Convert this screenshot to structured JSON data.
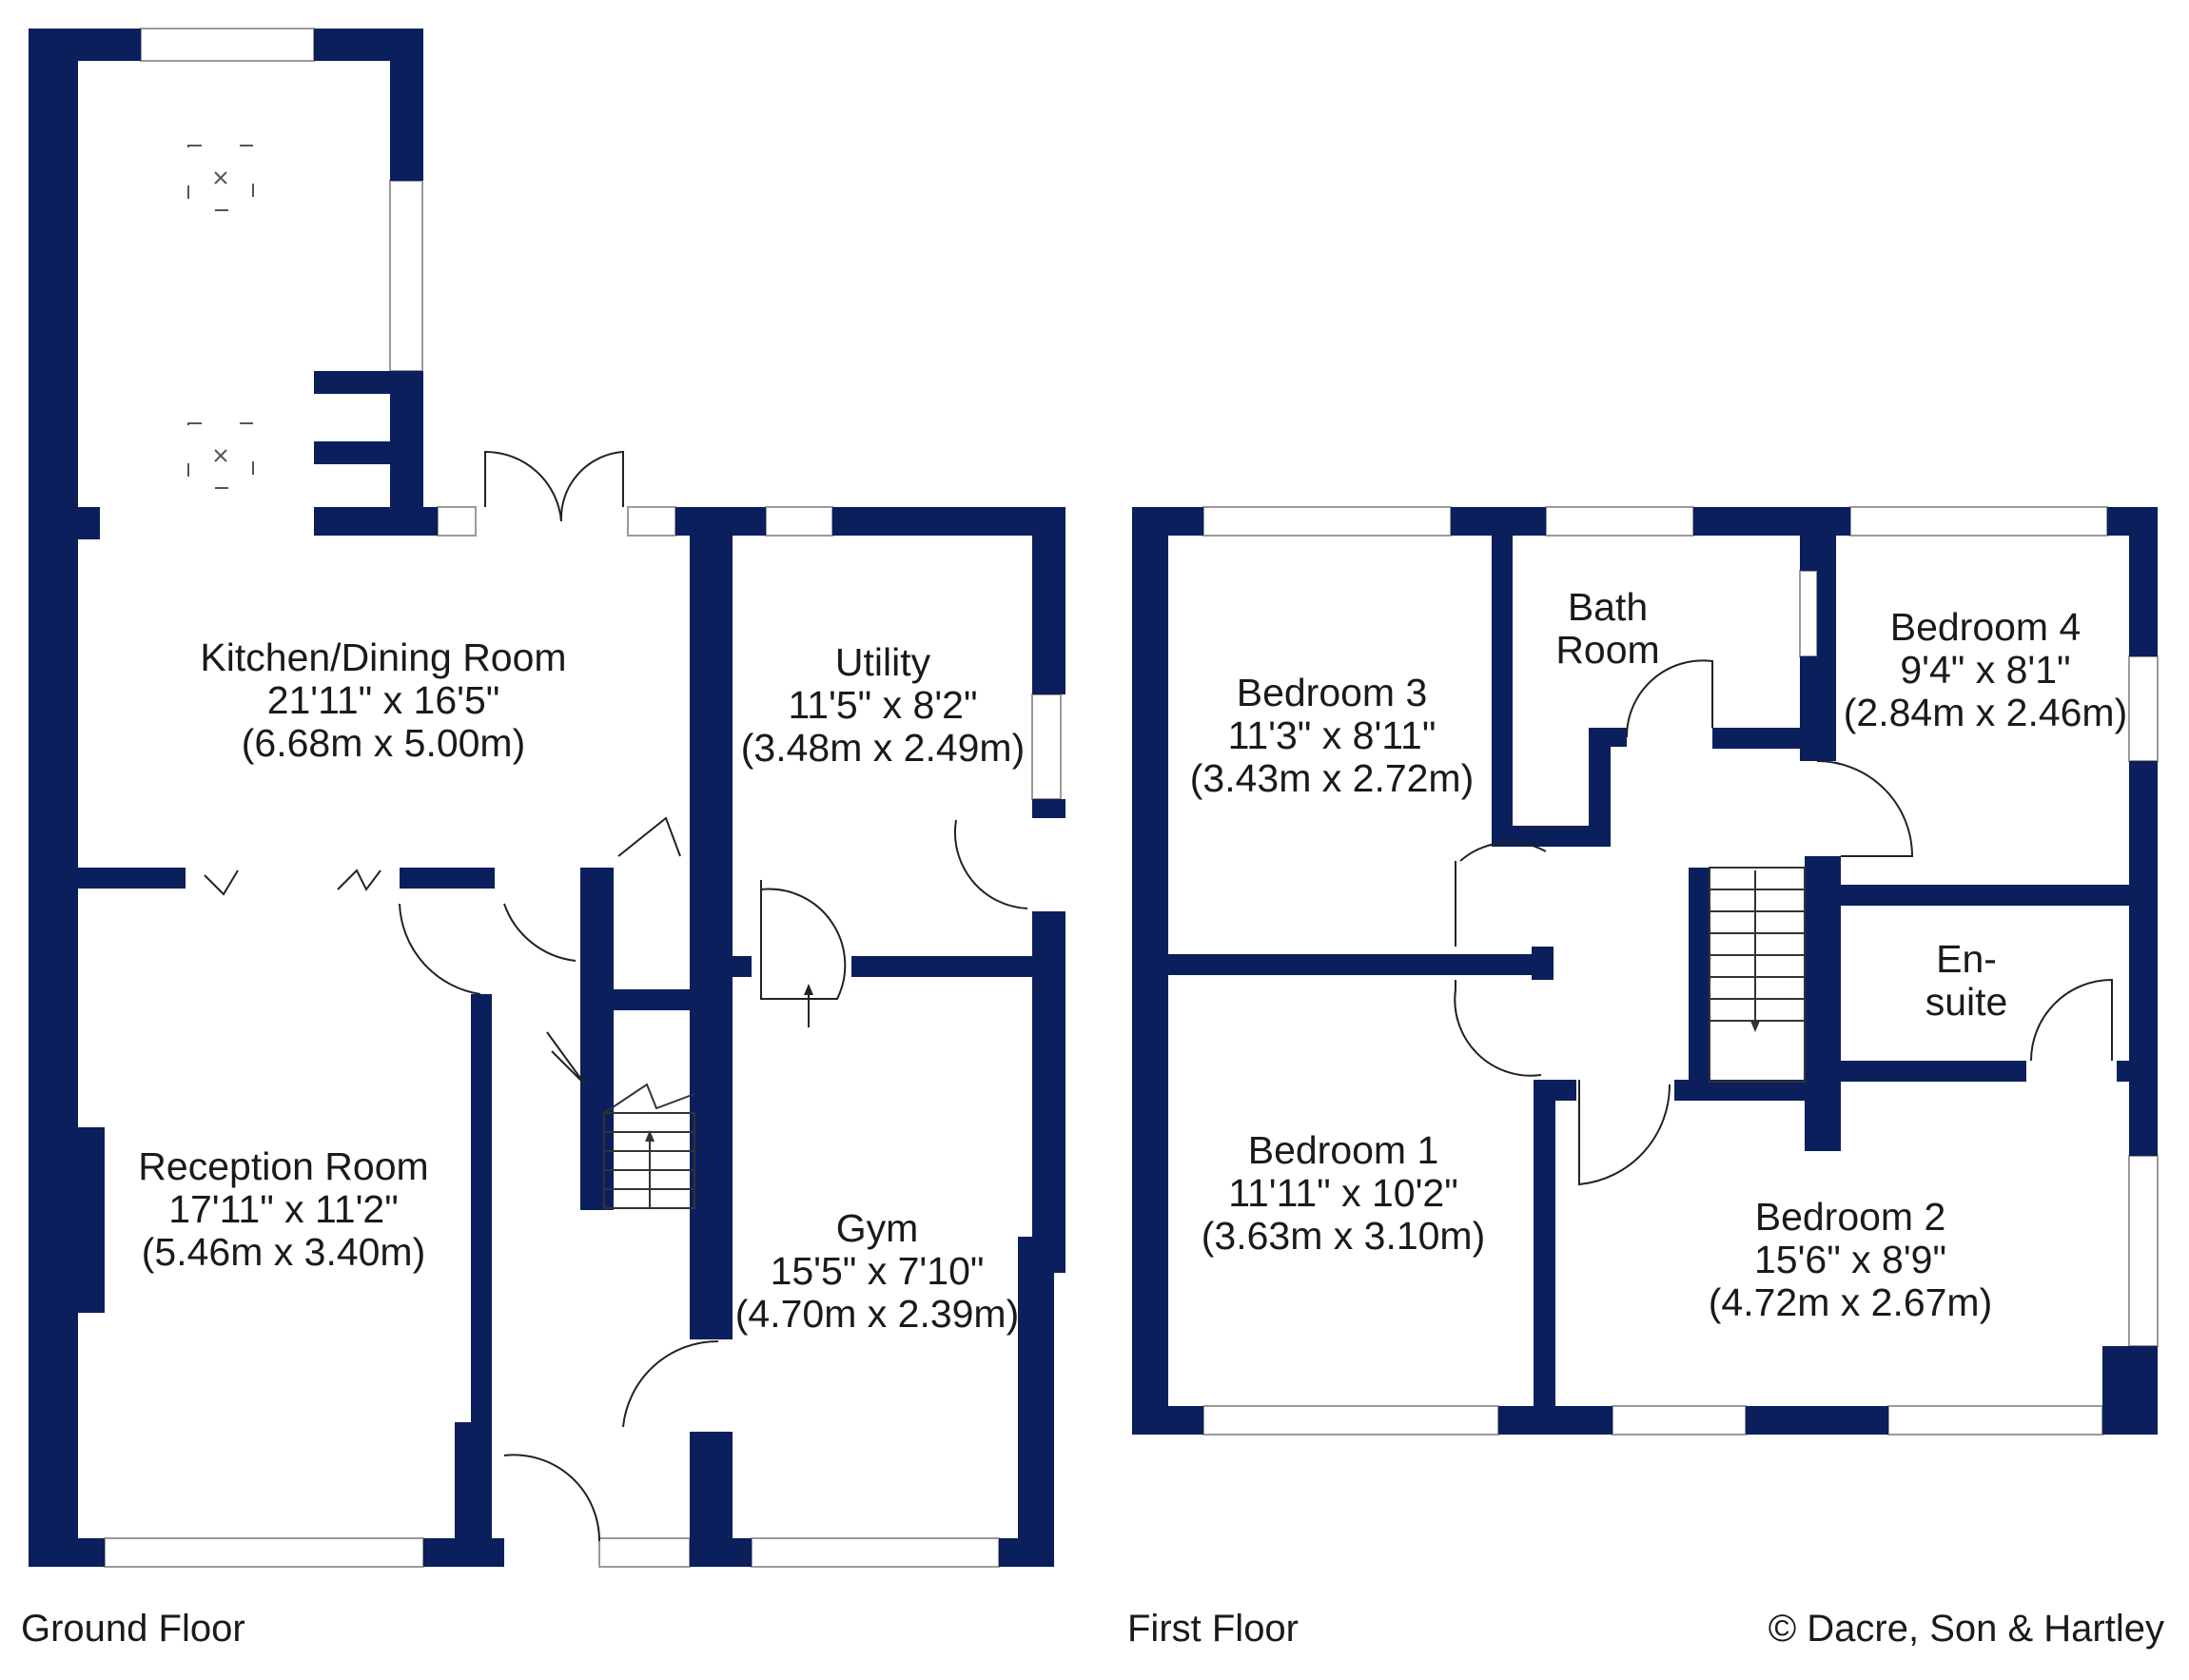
{
  "rooms": {
    "kitchen": {
      "name": "Kitchen/Dining Room",
      "imperial": "21'11\" x 16'5\"",
      "metric": "(6.68m x 5.00m)"
    },
    "utility": {
      "name": "Utility",
      "imperial": "11'5\" x 8'2\"",
      "metric": "(3.48m x 2.49m)"
    },
    "reception": {
      "name": "Reception Room",
      "imperial": "17'11\" x 11'2\"",
      "metric": "(5.46m x 3.40m)"
    },
    "gym": {
      "name": "Gym",
      "imperial": "15'5\" x 7'10\"",
      "metric": "(4.70m x 2.39m)"
    },
    "bedroom3": {
      "name": "Bedroom 3",
      "imperial": "11'3\" x 8'11\"",
      "metric": "(3.43m x 2.72m)"
    },
    "bathroom": {
      "name_line1": "Bath",
      "name_line2": "Room"
    },
    "bedroom4": {
      "name": "Bedroom 4",
      "imperial": "9'4\" x 8'1\"",
      "metric": "(2.84m x 2.46m)"
    },
    "ensuite": {
      "name_line1": "En-",
      "name_line2": "suite"
    },
    "bedroom1": {
      "name": "Bedroom 1",
      "imperial": "11'11\" x 10'2\"",
      "metric": "(3.63m x 3.10m)"
    },
    "bedroom2": {
      "name": "Bedroom 2",
      "imperial": "15'6\" x 8'9\"",
      "metric": "(4.72m x 2.67m)"
    }
  },
  "captions": {
    "ground_floor": "Ground Floor",
    "first_floor": "First Floor",
    "copyright": "© Dacre, Son & Hartley"
  },
  "colors": {
    "wall": "#0a1f5c",
    "background": "#ffffff"
  }
}
